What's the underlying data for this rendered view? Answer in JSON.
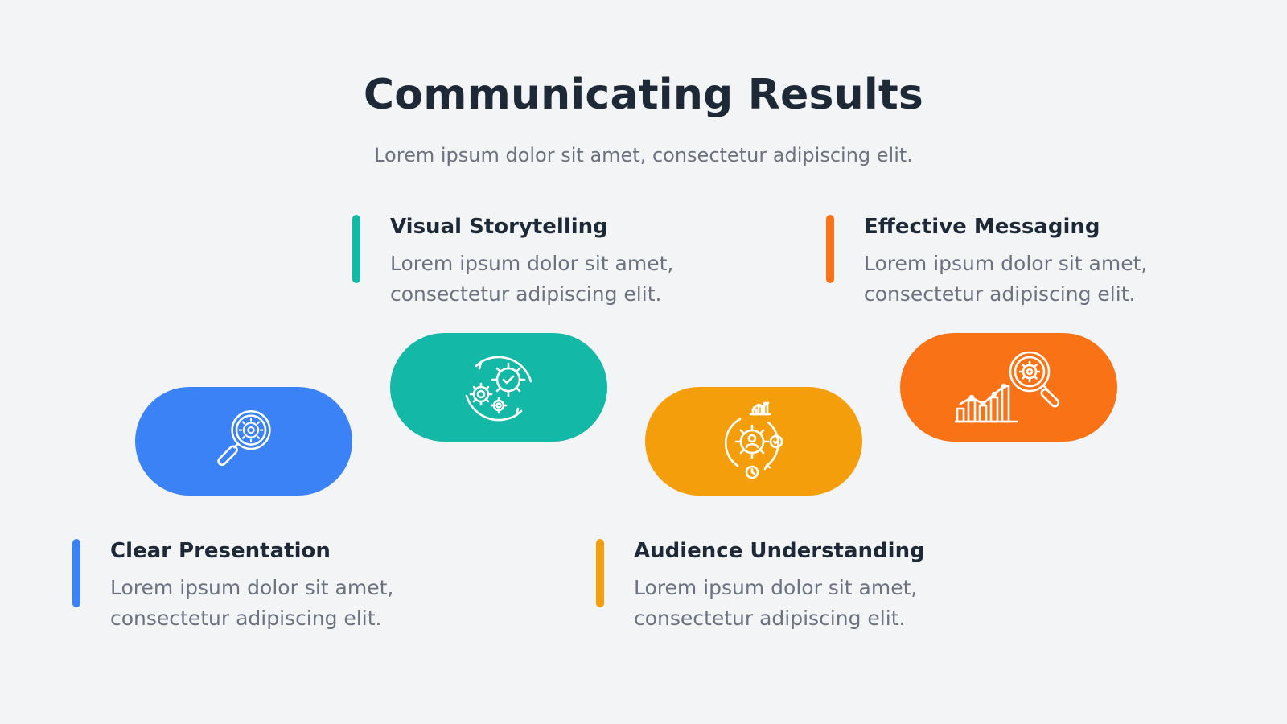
{
  "header": {
    "title": "Communicating Results",
    "subtitle": "Lorem ipsum dolor sit amet, consectetur adipiscing elit."
  },
  "items": [
    {
      "title": "Clear Presentation",
      "line1": "Lorem ipsum dolor sit amet,",
      "line2": "consectetur adipiscing elit.",
      "color": "#3b82f6",
      "icon": "magnifier-gear-icon"
    },
    {
      "title": "Visual Storytelling",
      "line1": "Lorem ipsum dolor sit amet,",
      "line2": "consectetur adipiscing elit.",
      "color": "#14b8a6",
      "icon": "gears-cycle-icon"
    },
    {
      "title": "Audience Understanding",
      "line1": "Lorem ipsum dolor sit amet,",
      "line2": "consectetur adipiscing elit.",
      "color": "#f59e0b",
      "icon": "gear-user-cycle-icon"
    },
    {
      "title": "Effective Messaging",
      "line1": "Lorem ipsum dolor sit amet,",
      "line2": "consectetur adipiscing elit.",
      "color": "#f97316",
      "icon": "chart-magnifier-icon"
    }
  ]
}
